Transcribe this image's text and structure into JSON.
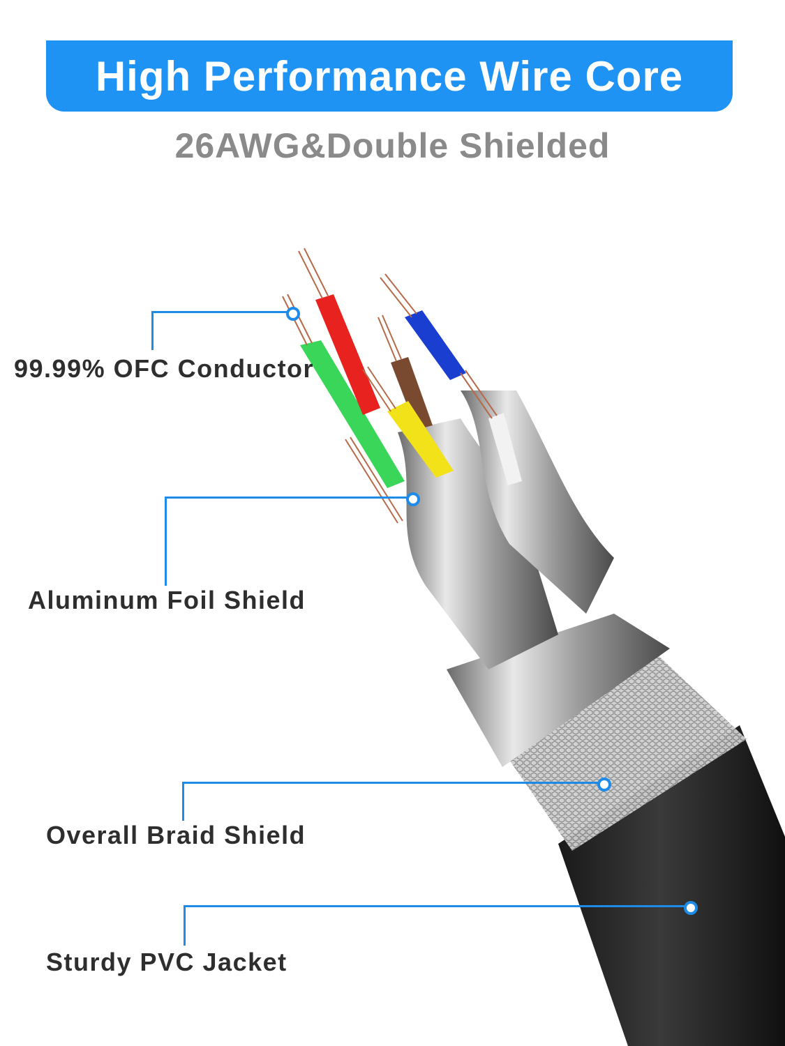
{
  "header": {
    "title": "High Performance Wire Core",
    "subtitle": "26AWG&Double Shielded"
  },
  "callouts": [
    {
      "label": "99.99% OFC Conductor"
    },
    {
      "label": "Aluminum Foil Shield"
    },
    {
      "label": "Overall Braid Shield"
    },
    {
      "label": "Sturdy PVC Jacket"
    }
  ],
  "colors": {
    "accent": "#1f93f4",
    "callout_line": "#1f8be8",
    "subtitle": "#8a8a8a",
    "label_text": "#2e2e2e",
    "wire_colors": [
      "#3ad65a",
      "#e8221e",
      "#7a4a30",
      "#f2e21a",
      "#1a3fd0",
      "#f2f2f2"
    ]
  }
}
